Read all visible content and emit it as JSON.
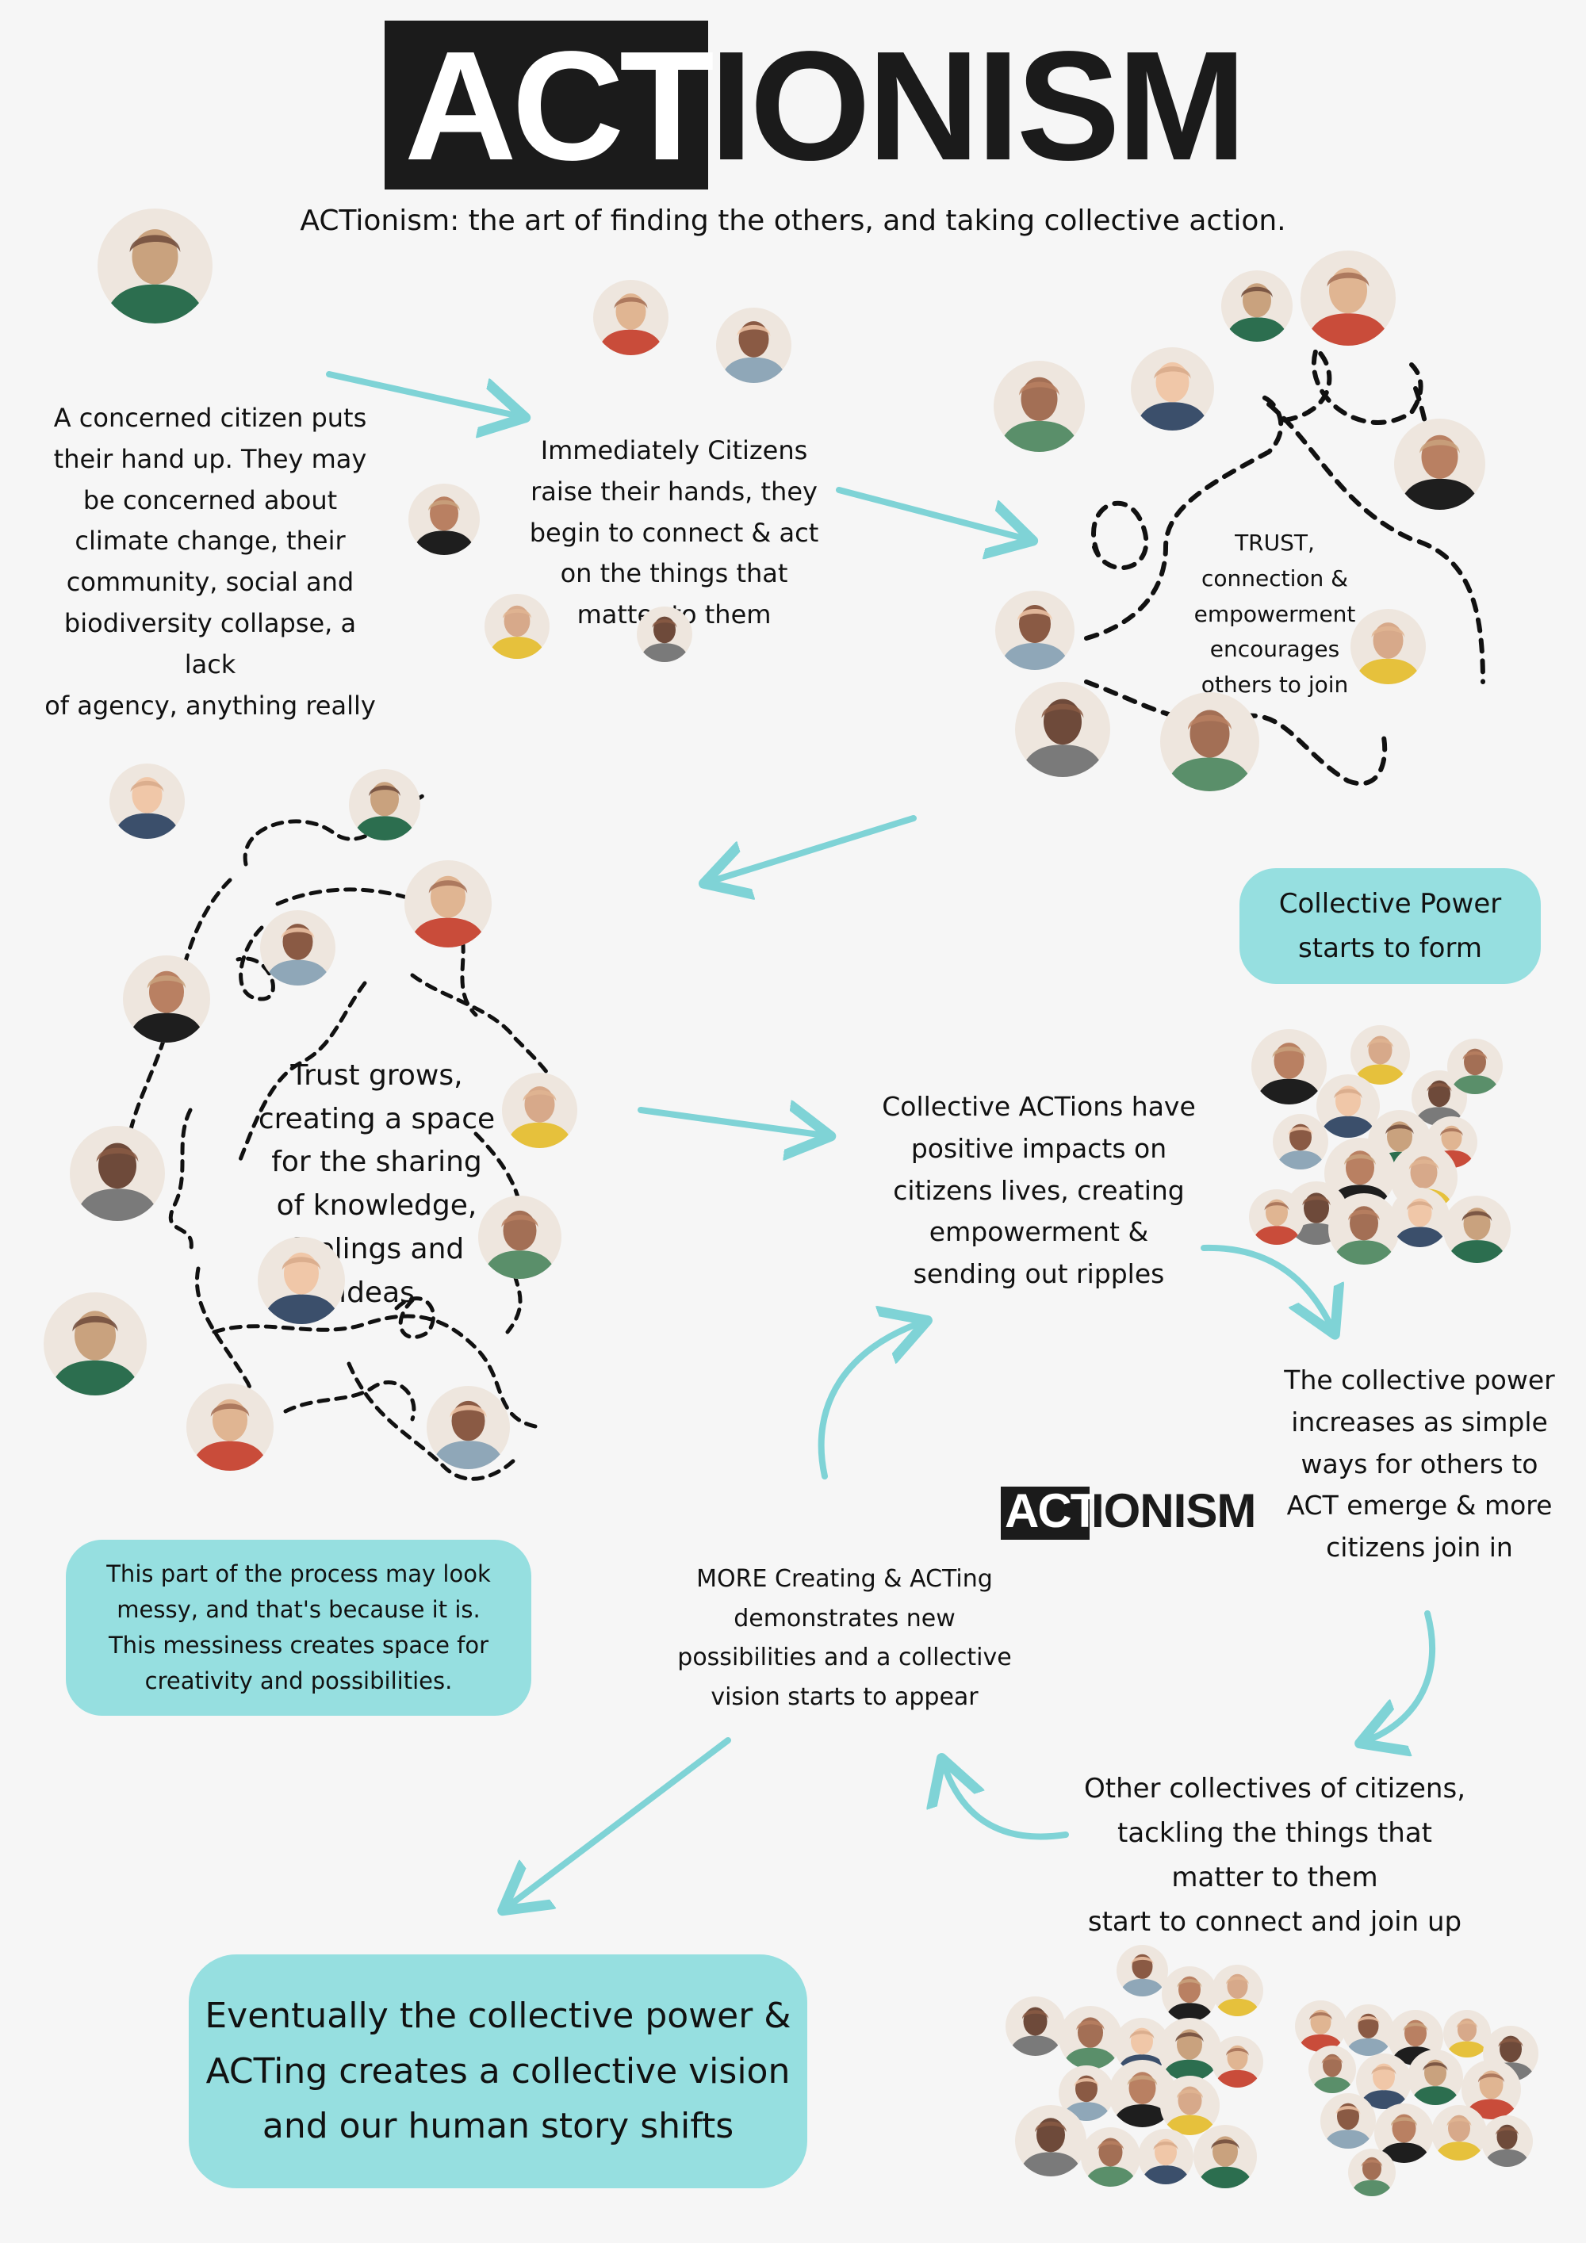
{
  "logo": {
    "act": "ACT",
    "rest": "IONISM"
  },
  "subtitle": "ACTionism: the art of finding the others, and taking collective action.",
  "steps": {
    "s1": "A concerned citizen puts\ntheir hand up. They may\nbe concerned about\nclimate change, their\ncommunity, social and\nbiodiversity collapse, a lack\nof agency, anything really",
    "s2": "Immediately Citizens\nraise their hands, they\nbegin to connect & act\non the things that\nmatter to them",
    "s3": "TRUST,\nconnection &\nempowerment\nencourages\nothers to join",
    "s4": "Collective Power\nstarts to form",
    "s5": "Trust grows,\ncreating a space\nfor the sharing\nof knowledge,\nfeelings and ideas",
    "s6": "This part of the process may look\nmessy, and that's because it is.\nThis messiness creates space for\ncreativity and possibilities.",
    "s7": "Collective ACTions have\npositive impacts on\ncitizens lives, creating\nempowerment &\nsending out ripples",
    "s8": "The collective power\nincreases as simple\nways for others to\nACT emerge & more\ncitizens join in",
    "s9": "MORE Creating & ACTing\ndemonstrates new\npossibilities and a collective\nvision starts to appear",
    "s10": "Other collectives of citizens,\ntackling the things that\nmatter to them\nstart to connect and join up",
    "s11": "Eventually the collective power &\nACTing creates a collective vision\nand our human story shifts"
  },
  "small_logo": {
    "act": "ACT",
    "rest": "IONISM"
  },
  "colors": {
    "accent": "#96dfe0",
    "arrow": "#7fd3d6",
    "ink": "#111111",
    "logo": "#1b1b1b",
    "background": "#f6f6f6"
  },
  "photo_palette": [
    "#c9a27e",
    "#e0b592",
    "#8a5a44",
    "#b98062",
    "#d7a98a",
    "#6e4a3a",
    "#a36f55",
    "#f0c7a8"
  ],
  "clothing_palette": [
    "#2c6e4f",
    "#1e1e1e",
    "#5a8f6a",
    "#c94c3a",
    "#e6c13c",
    "#3b4f6b",
    "#8fa7b8",
    "#7a7a7a"
  ]
}
